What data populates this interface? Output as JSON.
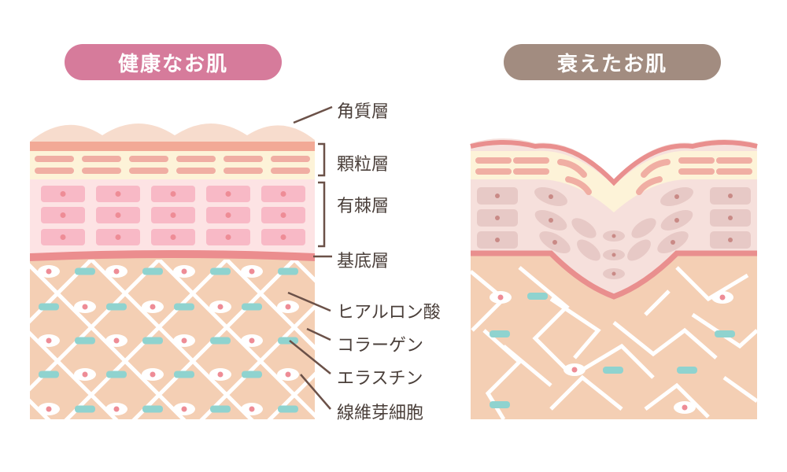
{
  "titles": {
    "healthy": "健康なお肌",
    "aged": "衰えたお肌"
  },
  "labels": {
    "stratum_corneum": "角質層",
    "granular_layer": "顆粒層",
    "spinous_layer": "有棘層",
    "basal_layer": "基底層",
    "hyaluronic_acid": "ヒアルロン酸",
    "collagen": "コラーゲン",
    "elastin": "エラスチン",
    "fibroblast": "線維芽細胞"
  },
  "colors": {
    "healthy_title_bg": "#d67b9b",
    "aged_title_bg": "#a28c80",
    "dermis": "#f4cfb4",
    "elastin": "#8fd3cf"
  }
}
